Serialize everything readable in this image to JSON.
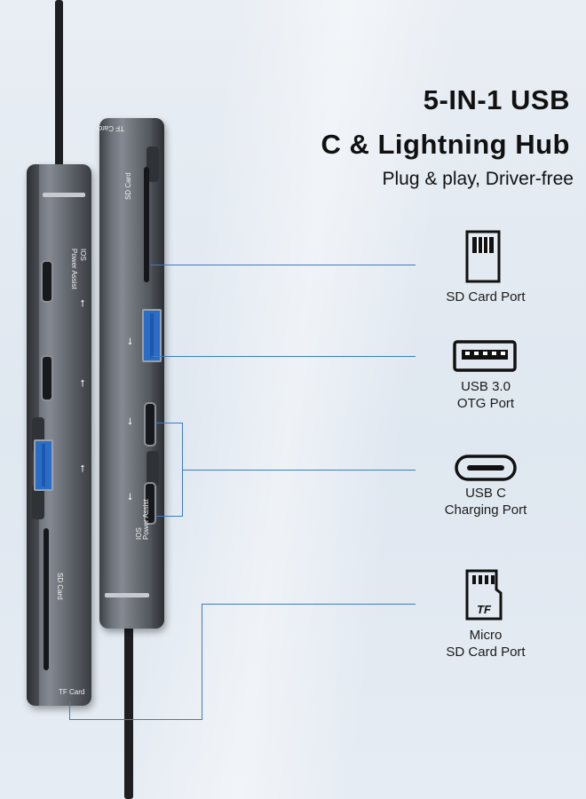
{
  "headline": {
    "line1": "5-IN-1 USB",
    "line2": "C & Lightning Hub",
    "subtitle": "Plug & play, Driver-free"
  },
  "features": [
    {
      "icon": "sd-card-icon",
      "label_lines": [
        "SD Card Port"
      ]
    },
    {
      "icon": "usb-a-port-icon",
      "label_lines": [
        "USB 3.0",
        "OTG Port"
      ]
    },
    {
      "icon": "usb-c-port-icon",
      "label_lines": [
        "USB C",
        "Charging Port"
      ]
    },
    {
      "icon": "micro-sd-card-icon",
      "label_lines": [
        "Micro",
        "SD Card Port"
      ],
      "icon_text": "TF"
    }
  ],
  "hub_labels": {
    "tf_card": "TF Card",
    "sd_card": "SD Card",
    "ios": "IOS",
    "power_assist": "Power Assist"
  },
  "colors": {
    "leader_lines": "#3d7cc0",
    "hub_body": "#6c7179",
    "usb_a_insert": "#2a6dc9"
  }
}
